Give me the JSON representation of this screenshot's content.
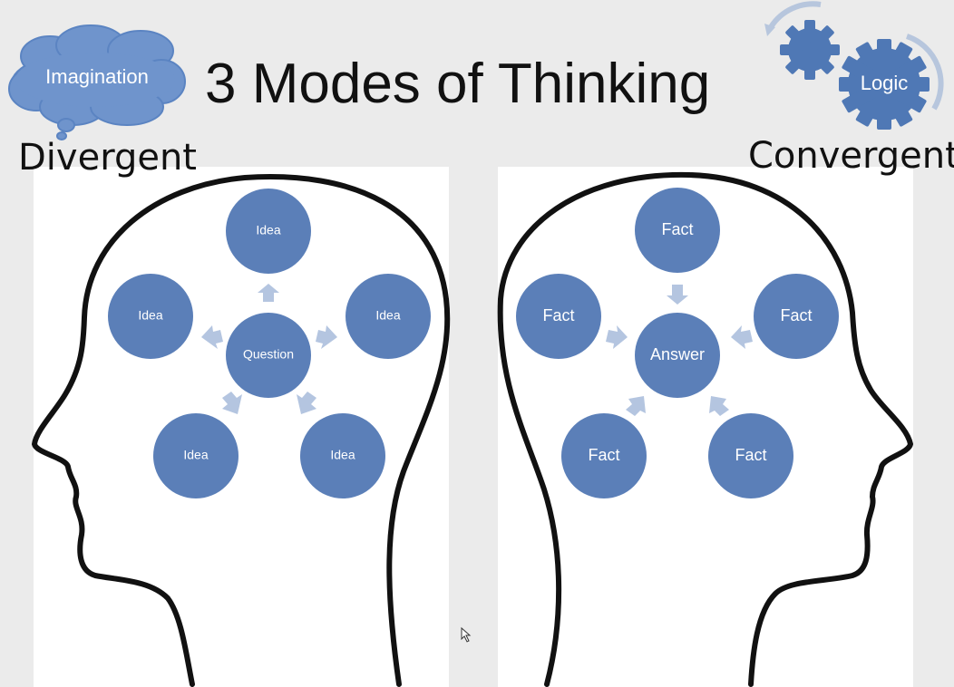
{
  "title": "3 Modes of Thinking",
  "divergent": {
    "label": "Divergent",
    "badge": "Imagination",
    "center": "Question",
    "nodes": [
      "Idea",
      "Idea",
      "Idea",
      "Idea",
      "Idea"
    ]
  },
  "convergent": {
    "label": "Convergent",
    "badge": "Logic",
    "center": "Answer",
    "nodes": [
      "Fact",
      "Fact",
      "Fact",
      "Fact",
      "Fact"
    ]
  },
  "colors": {
    "circle": "#5b7fb8",
    "arrow": "#b4c5e0",
    "outline": "#111111",
    "cloud": "#6f94cc",
    "gear": "#4f78b5"
  }
}
